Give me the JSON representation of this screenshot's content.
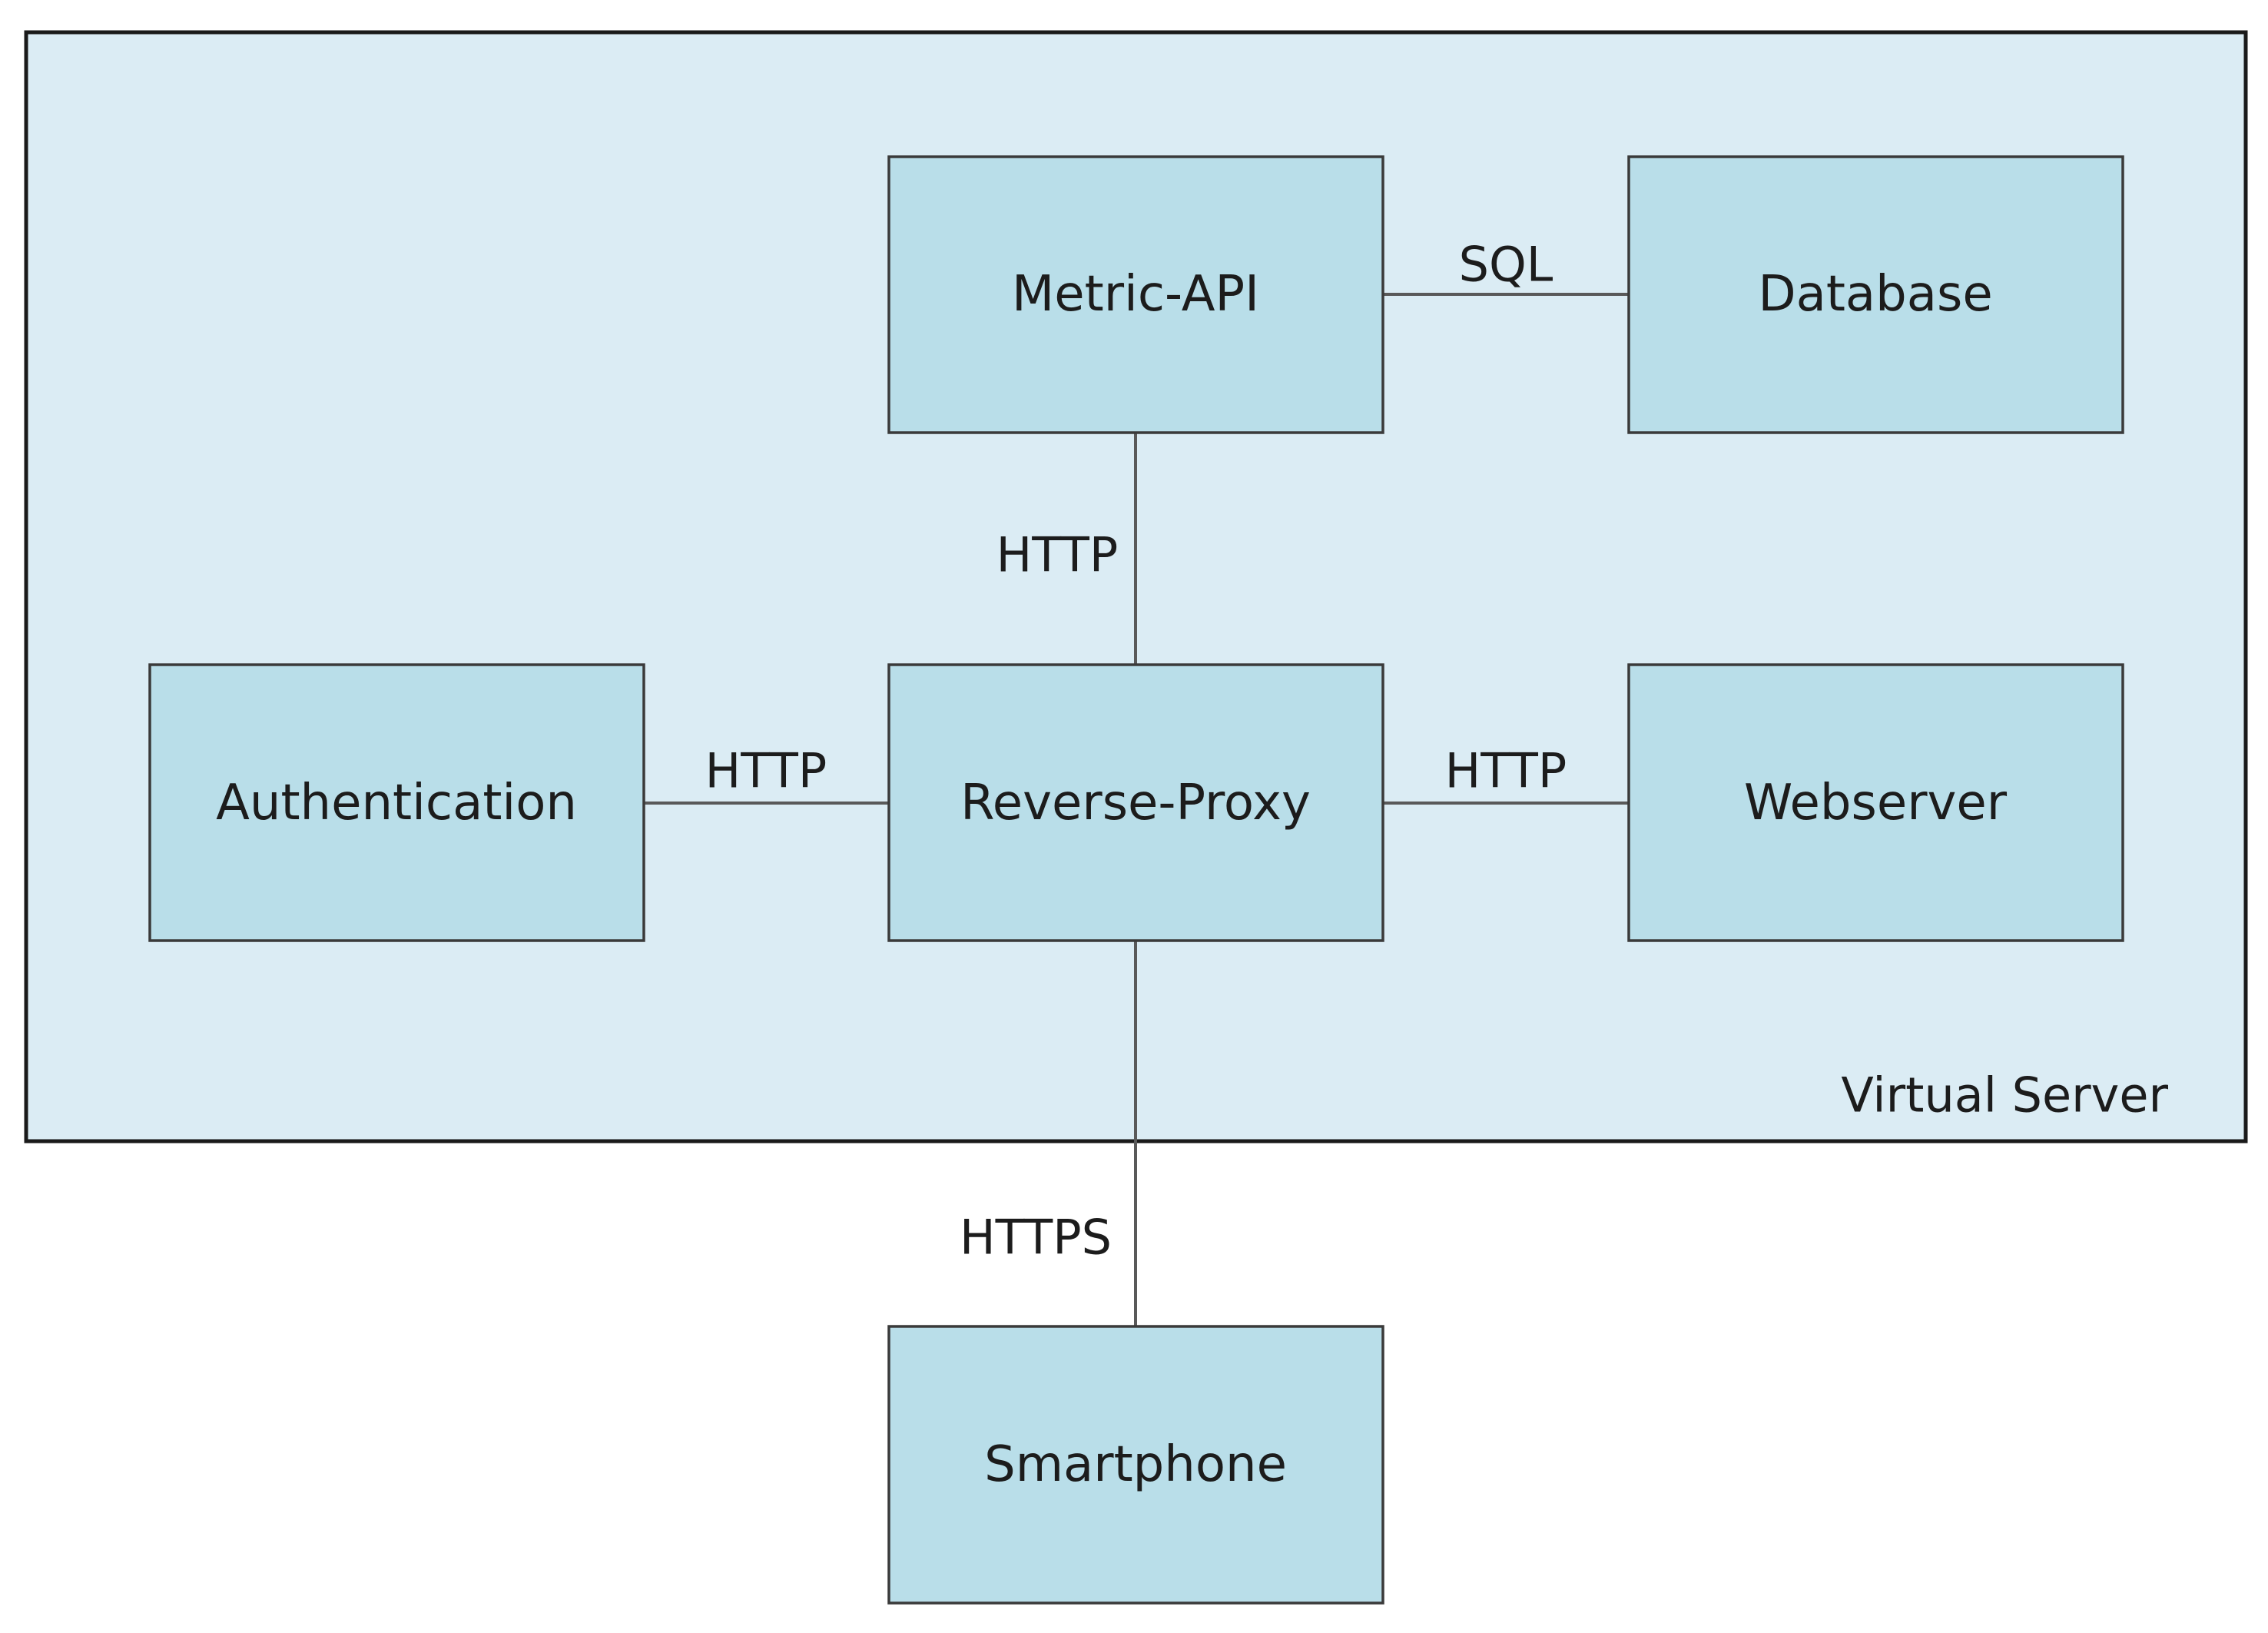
{
  "container": {
    "label": "Virtual Server"
  },
  "nodes": {
    "metric_api": "Metric-API",
    "database": "Database",
    "authentication": "Authentication",
    "reverse_proxy": "Reverse-Proxy",
    "webserver": "Webserver",
    "smartphone": "Smartphone"
  },
  "edges": {
    "metric_api_database": "SQL",
    "reverse_proxy_metric_api": "HTTP",
    "authentication_reverse_proxy": "HTTP",
    "reverse_proxy_webserver": "HTTP",
    "smartphone_reverse_proxy": "HTTPS"
  },
  "colors": {
    "container_fill": "#dbecf4",
    "node_fill": "#b9dee9",
    "border": "#1a1a1a",
    "line": "#595959",
    "text": "#1c1c1c"
  }
}
